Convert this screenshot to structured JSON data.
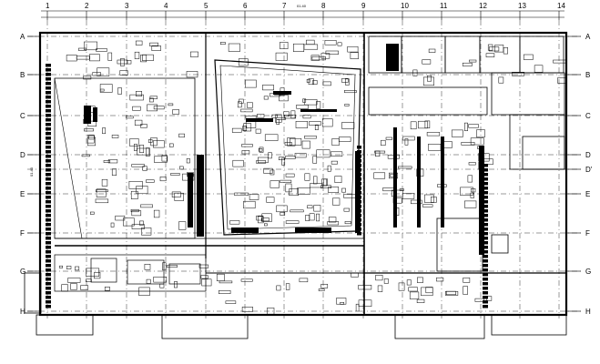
{
  "grid": {
    "columns": [
      "1",
      "2",
      "3",
      "4",
      "5",
      "6",
      "7",
      "8",
      "9",
      "10",
      "11",
      "12",
      "13",
      "14"
    ],
    "rows": [
      "A",
      "B",
      "C",
      "D",
      "D'",
      "E",
      "F",
      "G",
      "H"
    ]
  },
  "annotations": {
    "top_center": "01.40",
    "left_vertical": "01.40"
  },
  "colors": {
    "line": "#000000",
    "background": "#ffffff"
  }
}
